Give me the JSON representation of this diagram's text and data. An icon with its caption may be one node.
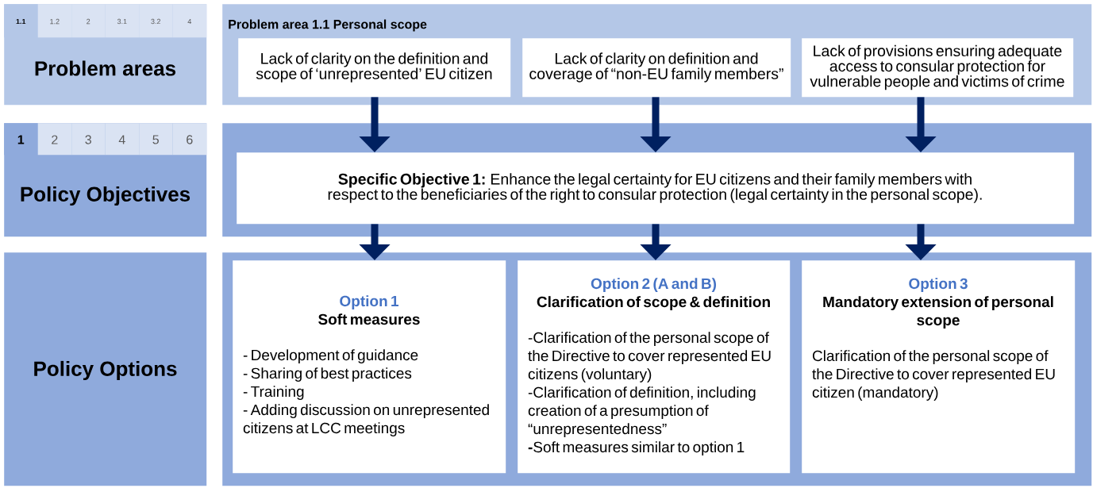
{
  "diagram": {
    "nodes": [
      {
        "text": [
          "Problem areas"
        ]
      },
      {
        "text": [
          "1.1"
        ],
        "in": 0
      },
      {
        "text": [
          "1.2"
        ],
        "in": 0
      },
      {
        "text": [
          "2"
        ],
        "in": 0
      },
      {
        "text": [
          "3.1"
        ],
        "in": 0
      },
      {
        "text": [
          "3.2"
        ],
        "in": 0
      },
      {
        "text": [
          "4"
        ],
        "in": 0
      },
      {
        "text": [
          "Policy Objectives"
        ]
      },
      {
        "text": [
          "1"
        ],
        "in": 7
      },
      {
        "text": [
          "2"
        ],
        "in": 7
      },
      {
        "text": [
          "3"
        ],
        "in": 7
      },
      {
        "text": [
          "4"
        ],
        "in": 7
      },
      {
        "text": [
          "5"
        ],
        "in": 7
      },
      {
        "text": [
          "6"
        ],
        "in": 7
      },
      {
        "text": [
          "Policy Options"
        ]
      },
      {
        "text": [
          "Problem area 1.1 Personal scope"
        ]
      },
      {
        "text": [
          "Lack of clarity on the definition and scope of ‘unrepresented’ EU citizen"
        ],
        "in": 15
      },
      {
        "text": [
          "Lack of clarity on definition and coverage of “non-EU family members”"
        ],
        "in": 15
      },
      {
        "text": [
          "Lack of provisions ensuring adequate access to consular protection for vulnerable people and victims of crime"
        ],
        "in": 15
      },
      {
        "text": [],
        "shape": "box"
      },
      {
        "text": [
          "**Specific Objective 1:** Enhance the legal certainty for EU citizens and their family members with respect to the beneficiaries of the right to consular protection (legal certainty in the personal scope)."
        ],
        "in": 19
      },
      {
        "text": [],
        "shape": "box"
      },
      {
        "text": [
          "Option 1",
          "Soft measures",
          "- Development of guidance",
          "- Sharing of best practices",
          "- Training",
          "- Adding discussion on unrepresented citizens at LCC meetings"
        ],
        "in": 21
      },
      {
        "text": [
          "Option 2 (A and B)",
          "Clarification of scope & definition",
          "-Clarification of the personal scope of the Directive to cover represented EU citizens (voluntary)",
          "-Clarification of definition, including creation of a presumption of “unrepresentedness”",
          "**-**Soft measures similar to option 1"
        ],
        "in": 21
      },
      {
        "text": [
          "Option 3",
          "Mandatory extension of personal scope",
          "Clarification of the personal scope of the Directive to cover represented EU citizen (mandatory)"
        ],
        "in": 21
      }
    ],
    "edges": [
      {
        "from": 16,
        "to": 20,
        "arrow": "to"
      },
      {
        "from": 17,
        "to": 20,
        "arrow": "to"
      },
      {
        "from": 18,
        "to": 20,
        "arrow": "to"
      },
      {
        "from": 20,
        "to": 22,
        "arrow": "to"
      },
      {
        "from": 20,
        "to": 23,
        "arrow": "to"
      },
      {
        "from": 20,
        "to": 24,
        "arrow": "to"
      }
    ]
  }
}
